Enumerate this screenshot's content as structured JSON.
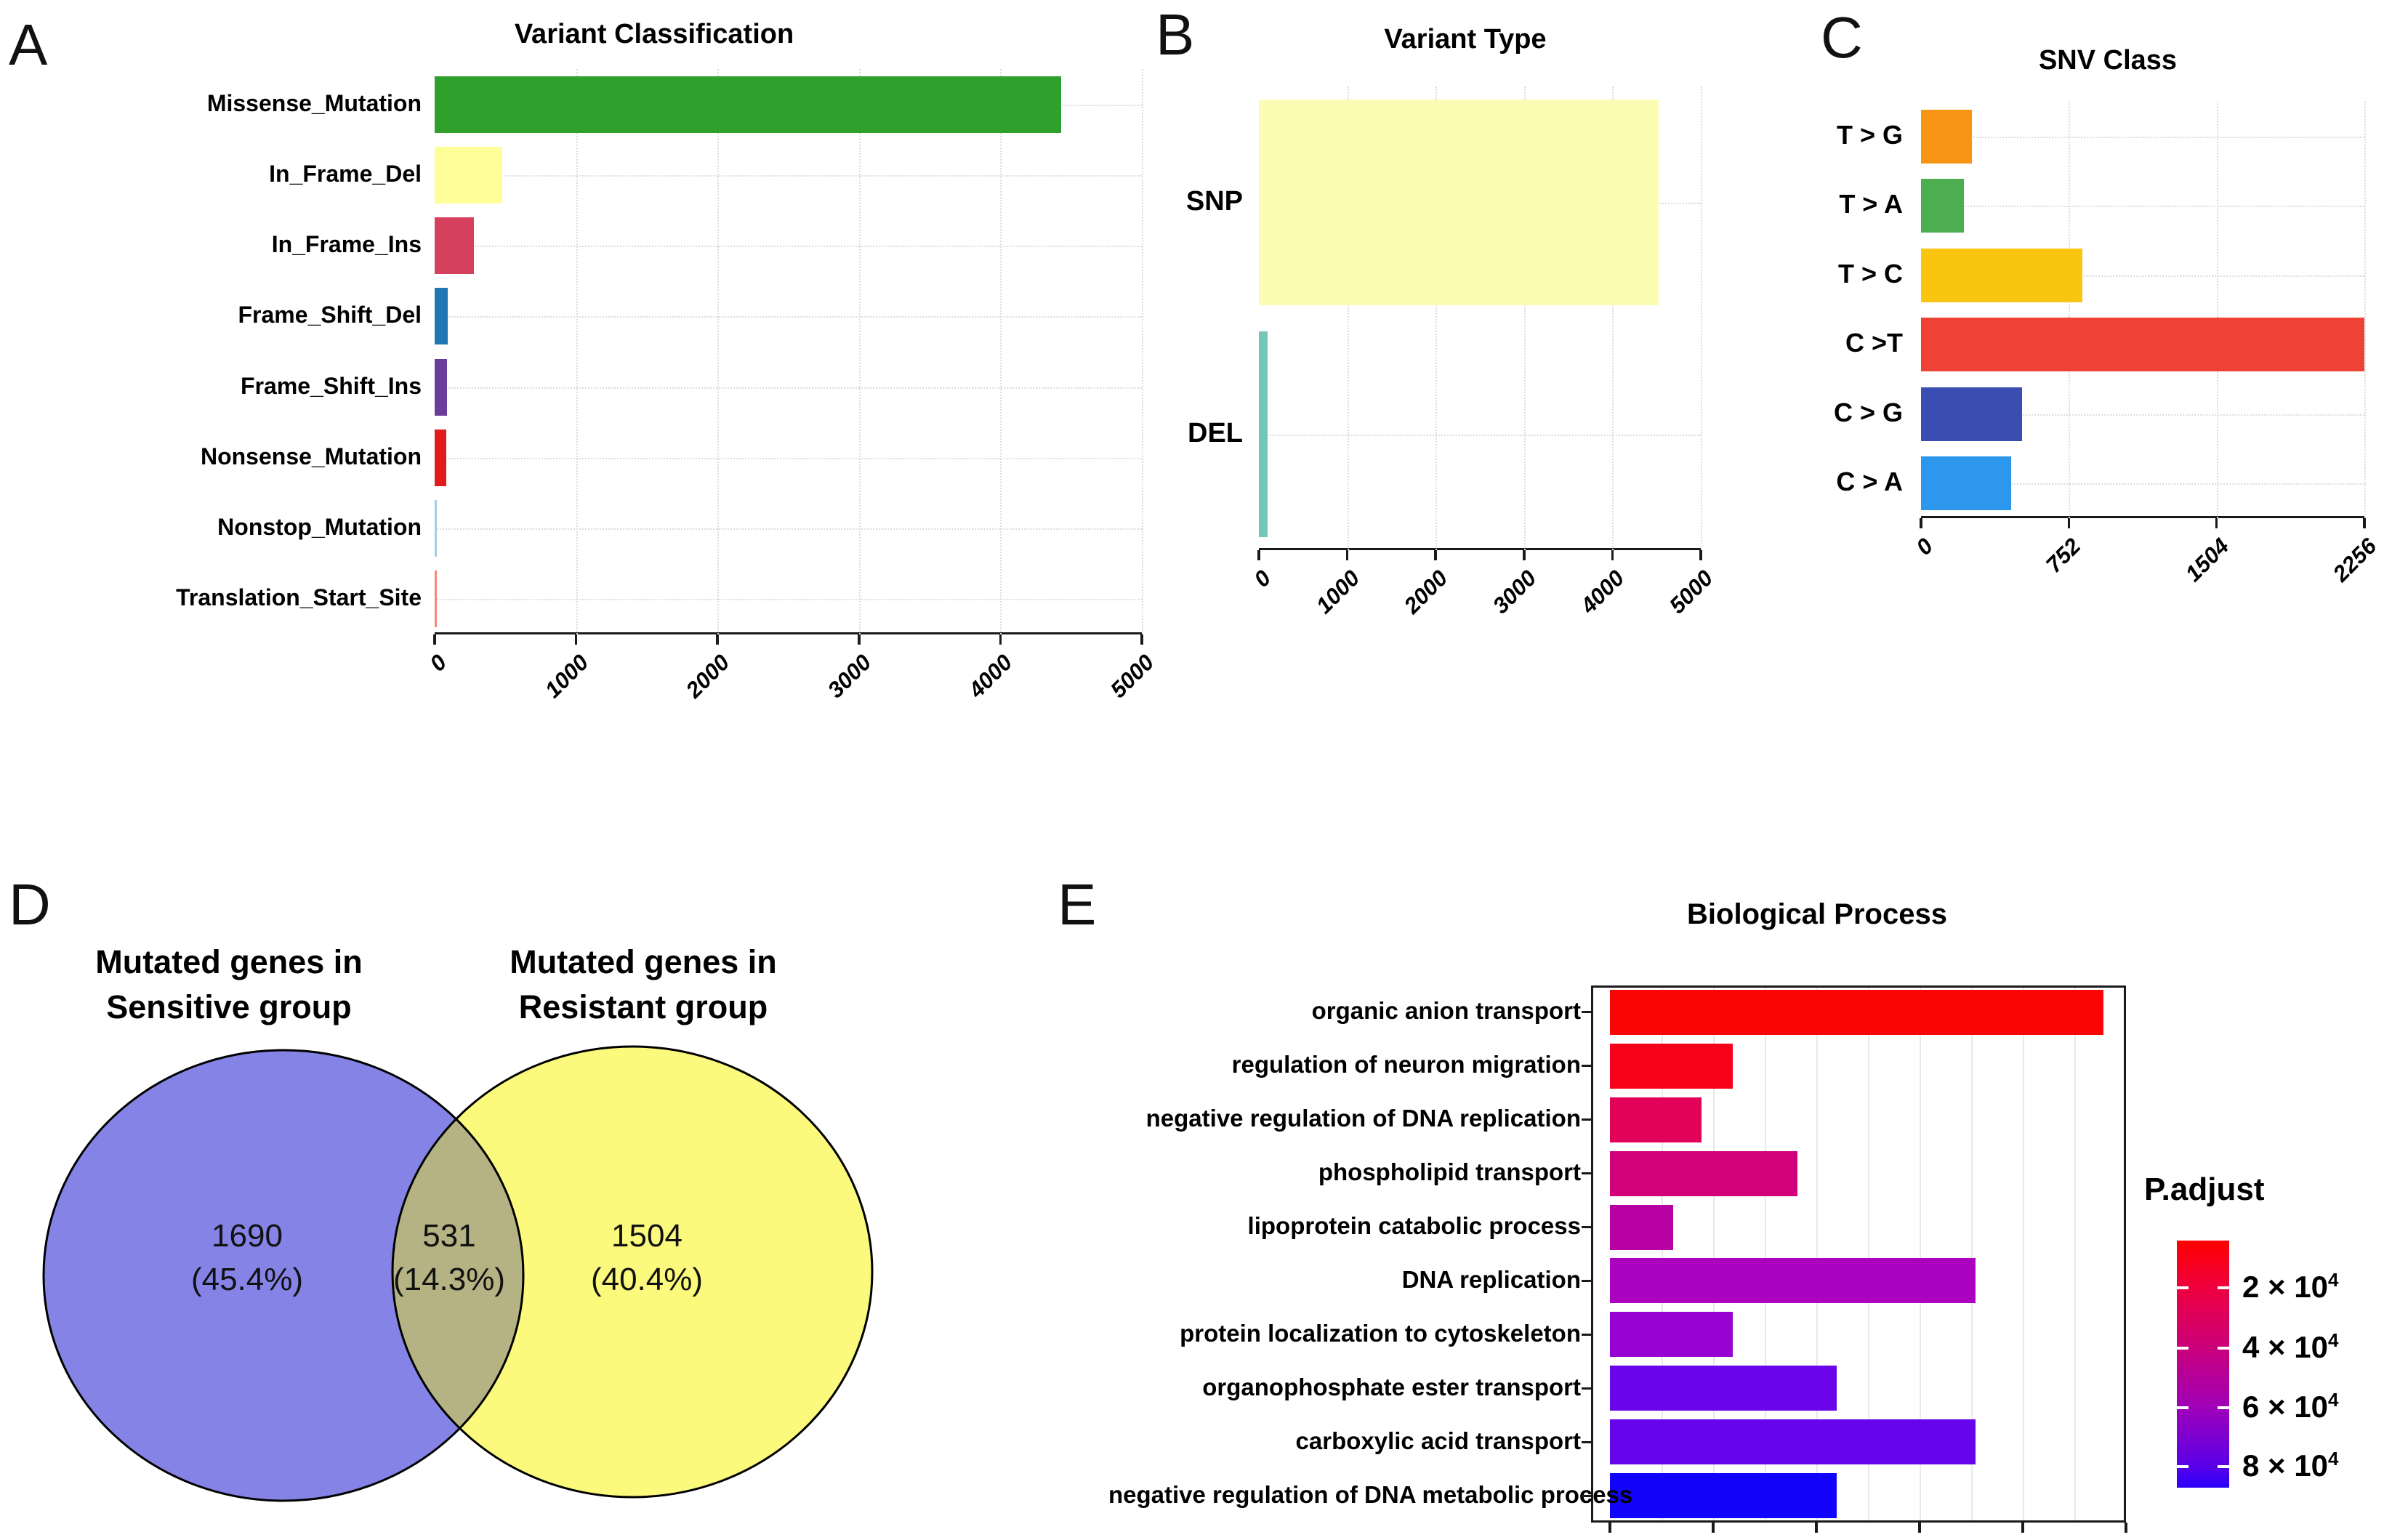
{
  "panels": {
    "a": {
      "letter": "A"
    },
    "b": {
      "letter": "B"
    },
    "c": {
      "letter": "C"
    },
    "d": {
      "letter": "D"
    },
    "e": {
      "letter": "E",
      "legend": {
        "title": "P.adjust",
        "ticks": [
          {
            "label": "2 × 10",
            "sup": "4",
            "frac": 0.191
          },
          {
            "label": "4 × 10",
            "sup": "4",
            "frac": 0.435
          },
          {
            "label": "6 × 10",
            "sup": "4",
            "frac": 0.676
          },
          {
            "label": "8 × 10",
            "sup": "4",
            "frac": 0.915
          }
        ]
      }
    }
  },
  "chart_data": [
    {
      "id": "variant_classification",
      "type": "bar",
      "orientation": "horizontal",
      "title": "Variant Classification",
      "categories": [
        "Missense_Mutation",
        "In_Frame_Del",
        "In_Frame_Ins",
        "Frame_Shift_Del",
        "Frame_Shift_Ins",
        "Nonsense_Mutation",
        "Nonstop_Mutation",
        "Translation_Start_Site"
      ],
      "values": [
        4430,
        480,
        280,
        90,
        85,
        80,
        15,
        10
      ],
      "colors": [
        "#2FA02C",
        "#FFFF99",
        "#D5405C",
        "#1F78B4",
        "#6A3D9A",
        "#E31A1C",
        "#A6CEE3",
        "#F08A78"
      ],
      "xlim": [
        0,
        5000
      ],
      "xticks": [
        0,
        1000,
        2000,
        3000,
        4000,
        5000
      ],
      "xtick_labels": [
        "0",
        "1000",
        "2000",
        "3000",
        "4000",
        "5000"
      ],
      "grid": "dotted"
    },
    {
      "id": "variant_type",
      "type": "bar",
      "orientation": "horizontal",
      "title": "Variant Type",
      "categories": [
        "SNP",
        "DEL"
      ],
      "values": [
        4520,
        100
      ],
      "colors": [
        "#FCFCB4",
        "#74C7B6"
      ],
      "xlim": [
        0,
        5000
      ],
      "xticks": [
        0,
        1000,
        2000,
        3000,
        4000,
        5000
      ],
      "xtick_labels": [
        "0",
        "1000",
        "2000",
        "3000",
        "4000",
        "5000"
      ],
      "grid": "dotted"
    },
    {
      "id": "snv_class",
      "type": "bar",
      "orientation": "horizontal",
      "title": "SNV Class",
      "categories": [
        "T > G",
        "T > A",
        "T > C",
        "C >T",
        "C > G",
        "C > A"
      ],
      "values": [
        260,
        220,
        820,
        2256,
        515,
        460
      ],
      "colors": [
        "#F89414",
        "#4CAE50",
        "#FAC511",
        "#EE4237",
        "#3A4DB1",
        "#2D97ED"
      ],
      "xlim": [
        0,
        2256
      ],
      "xticks": [
        0,
        752,
        1504,
        2256
      ],
      "xtick_labels": [
        "0",
        "752",
        "1504",
        "2256"
      ],
      "grid": "dotted"
    },
    {
      "id": "mutated_genes_venn",
      "type": "venn",
      "left": {
        "title_lines": [
          "Mutated genes in",
          "Sensitive group"
        ],
        "value": "1690",
        "pct": "(45.4%)",
        "color": "#8583E6"
      },
      "overlap": {
        "value": "531",
        "pct": "(14.3%)",
        "color": "#B5B383"
      },
      "right": {
        "title_lines": [
          "Mutated genes in",
          "Resistant group"
        ],
        "value": "1504",
        "pct": "(40.4%)",
        "color": "#FBFA7C"
      }
    },
    {
      "id": "biological_process",
      "type": "bar",
      "orientation": "horizontal",
      "title": "Biological Process",
      "categories": [
        "organic anion transport",
        "regulation of neuron migration",
        "negative regulation of DNA replication",
        "phospholipid transport",
        "lipoprotein catabolic process",
        "DNA replication",
        "protein localization to cytoskeleton",
        "organophosphate ester transport",
        "carboxylic acid transport",
        "negative regulation of DNA metabolic process"
      ],
      "values": [
        4.78,
        1.19,
        0.89,
        1.82,
        0.61,
        3.54,
        1.19,
        2.2,
        3.54,
        2.2
      ],
      "colors": [
        "#FB0404",
        "#F6021B",
        "#E30259",
        "#D20179",
        "#B701A3",
        "#AA02BE",
        "#9603D3",
        "#6A04E9",
        "#6604EC",
        "#1203FB"
      ],
      "xlim": [
        0,
        5
      ],
      "xticks": [
        0,
        1,
        2,
        3,
        4,
        5
      ],
      "xtick_labels": [],
      "grid": "solid",
      "legend_title": "P.adjust",
      "legend_tick_labels": [
        "2 × 10⁴",
        "4 × 10⁴",
        "6 × 10⁴",
        "8 × 10⁴"
      ]
    }
  ]
}
